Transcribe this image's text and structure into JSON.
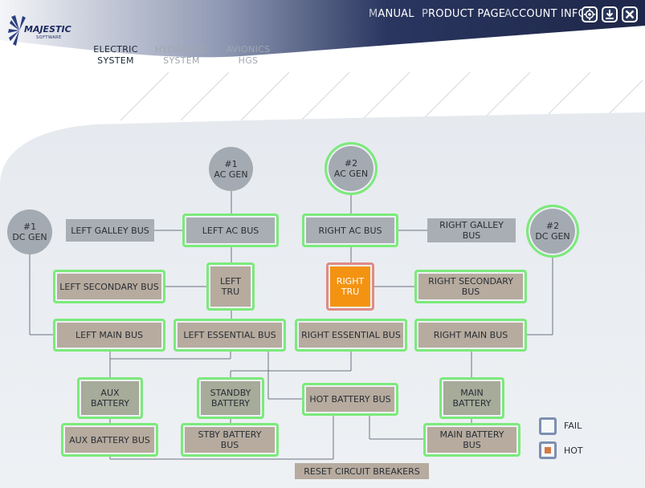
{
  "header": {
    "logo": {
      "name": "MAJESTIC",
      "sub": "SOFTWARE"
    },
    "top_links": [
      {
        "first": "M",
        "rest": "ANUAL"
      },
      {
        "first": "P",
        "rest": "RODUCT PAGE"
      },
      {
        "first": "A",
        "rest": "CCOUNT INFO"
      }
    ],
    "icons": [
      "gear-icon",
      "download-icon",
      "close-icon"
    ]
  },
  "system_tabs": [
    {
      "line1": "ELECTRIC",
      "line2": "SYSTEM",
      "active": true
    },
    {
      "line1": "HYDRAULIC",
      "line2": "SYSTEM",
      "active": false
    },
    {
      "line1": "AVIONICS",
      "line2": "HGS",
      "active": false
    }
  ],
  "generators": {
    "ac1": {
      "line1": "#1",
      "line2": "AC GEN"
    },
    "ac2": {
      "line1": "#2",
      "line2": "AC GEN"
    },
    "dc1": {
      "line1": "#1",
      "line2": "DC GEN"
    },
    "dc2": {
      "line1": "#2",
      "line2": "DC GEN"
    }
  },
  "buses": {
    "left_galley": "LEFT GALLEY BUS",
    "left_ac": "LEFT AC BUS",
    "right_ac": "RIGHT AC BUS",
    "right_galley_1": "RIGHT GALLEY",
    "right_galley_2": "BUS",
    "left_secondary": "LEFT SECONDARY BUS",
    "left_tru_1": "LEFT",
    "left_tru_2": "TRU",
    "right_tru_1": "RIGHT",
    "right_tru_2": "TRU",
    "right_secondary_1": "RIGHT SECONDARY",
    "right_secondary_2": "BUS",
    "left_main": "LEFT MAIN BUS",
    "left_essential": "LEFT ESSENTIAL BUS",
    "right_essential": "RIGHT ESSENTIAL BUS",
    "right_main": "RIGHT MAIN BUS",
    "aux_battery_1": "AUX",
    "aux_battery_2": "BATTERY",
    "standby_battery_1": "STANDBY",
    "standby_battery_2": "BATTERY",
    "hot_battery_bus": "HOT BATTERY BUS",
    "main_battery_1": "MAIN",
    "main_battery_2": "BATTERY",
    "aux_battery_bus": "AUX BATTERY BUS",
    "stby_battery_bus_1": "STBY BATTERY",
    "stby_battery_bus_2": "BUS",
    "main_battery_bus_1": "MAIN BATTERY",
    "main_battery_bus_2": "BUS"
  },
  "legend": {
    "fail": "FAIL",
    "hot": "HOT"
  },
  "reset_button": "RESET CIRCUIT BREAKERS",
  "colors": {
    "header_navy": "#1f2a4e",
    "energized_border": "#7bea7b",
    "hot_fill": "#f39311",
    "bus_tan": "#b6ab9e",
    "unpowered_grey": "#a8aeb4"
  }
}
